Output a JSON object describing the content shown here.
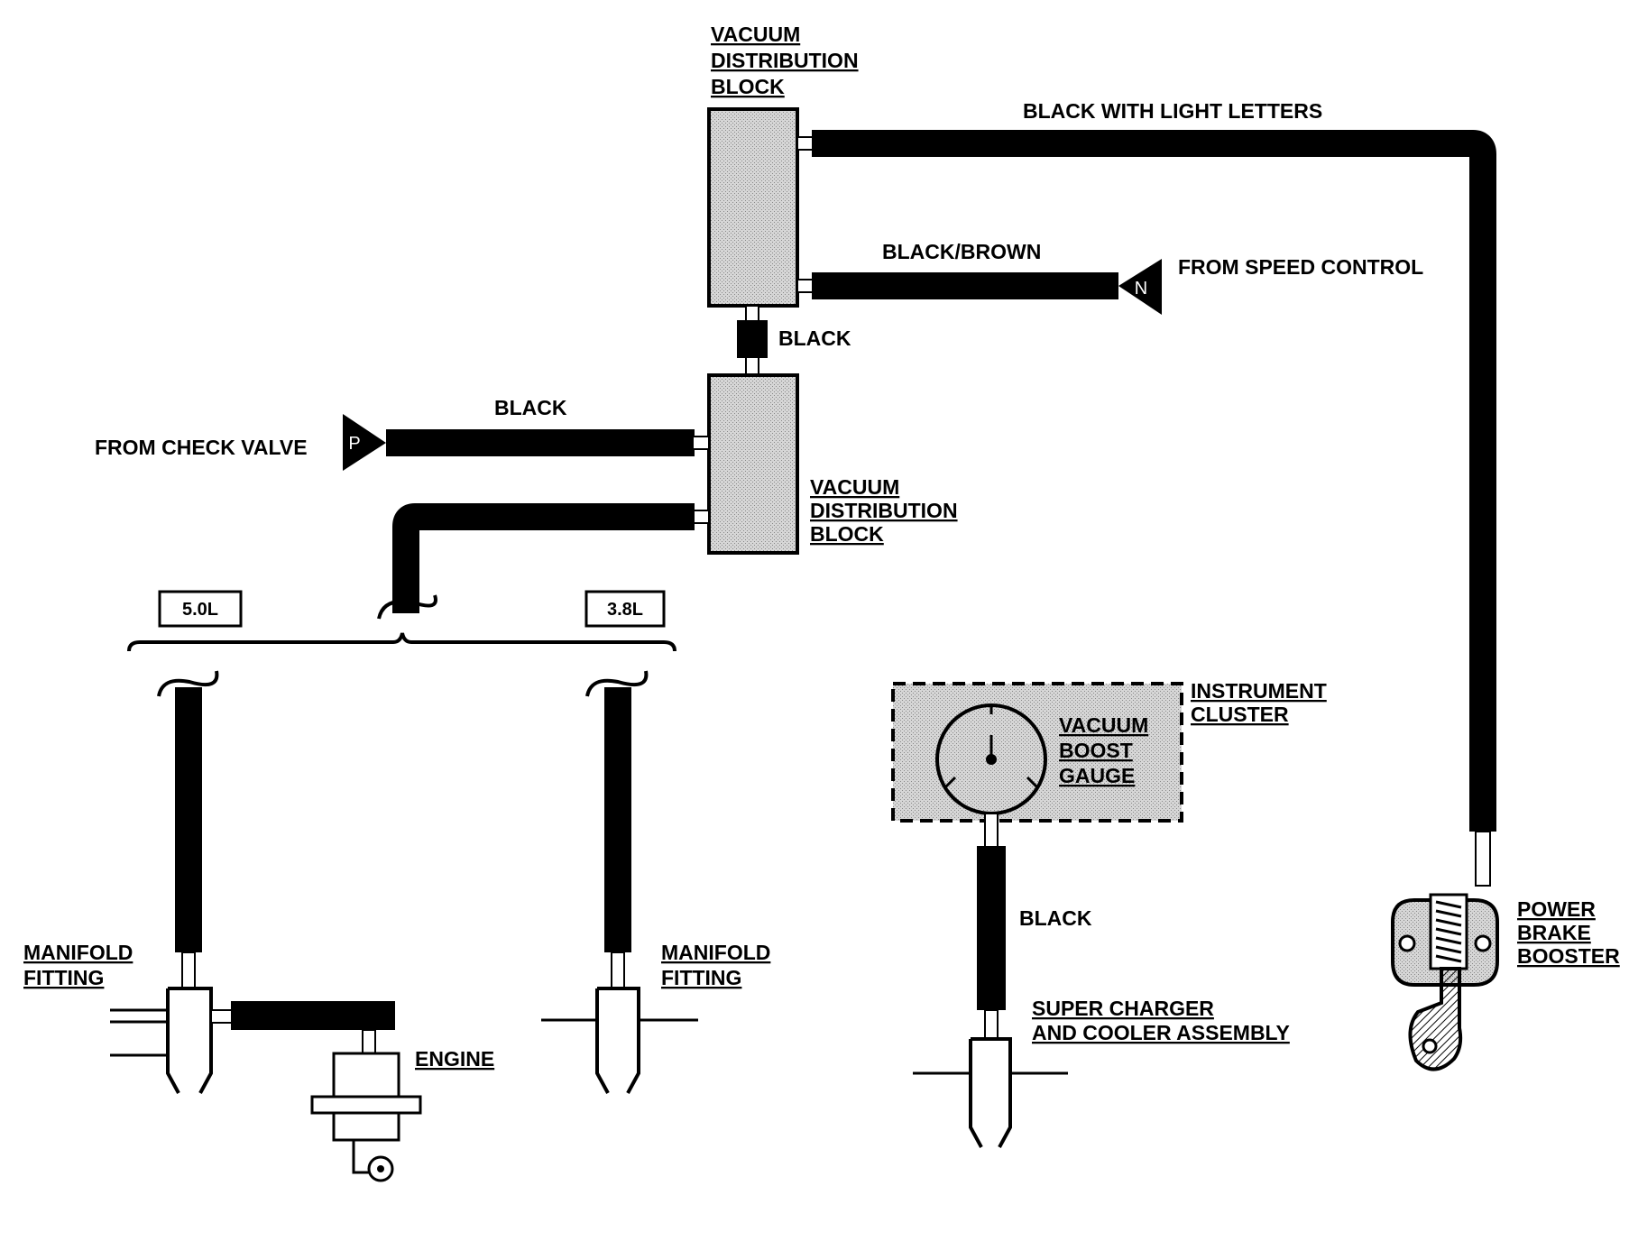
{
  "labels": {
    "vdb_top_1": "VACUUM",
    "vdb_top_2": "DISTRIBUTION",
    "vdb_top_3": "BLOCK",
    "hose_top_right": "BLACK WITH LIGHT LETTERS",
    "hose_black_brown": "BLACK/BROWN",
    "from_speed_control": "FROM  SPEED CONTROL",
    "speed_control_marker": "N",
    "hose_black_link": "BLACK",
    "hose_black_check": "BLACK",
    "from_check_valve": "FROM CHECK VALVE",
    "check_valve_marker": "P",
    "vdb_bottom_1": "VACUUM",
    "vdb_bottom_2": "DISTRIBUTION",
    "vdb_bottom_3": "BLOCK",
    "engine_50": "5.0L",
    "engine_38": "3.8L",
    "instrument_cluster_1": "INSTRUMENT",
    "instrument_cluster_2": "CLUSTER",
    "gauge_1": "VACUUM",
    "gauge_2": "BOOST",
    "gauge_3": "GAUGE",
    "hose_black_gauge": "BLACK",
    "manifold_left_1": "MANIFOLD",
    "manifold_left_2": "FITTING",
    "manifold_right_1": "MANIFOLD",
    "manifold_right_2": "FITTING",
    "engine_label": "ENGINE",
    "super_charger_1": "SUPER CHARGER",
    "super_charger_2": "AND COOLER ASSEMBLY",
    "power_brake_1": "POWER",
    "power_brake_2": "BRAKE",
    "power_brake_3": "BOOSTER"
  },
  "colors": {
    "hose": "#000000",
    "block_fill": "#cfcfcf",
    "background": "#ffffff"
  }
}
